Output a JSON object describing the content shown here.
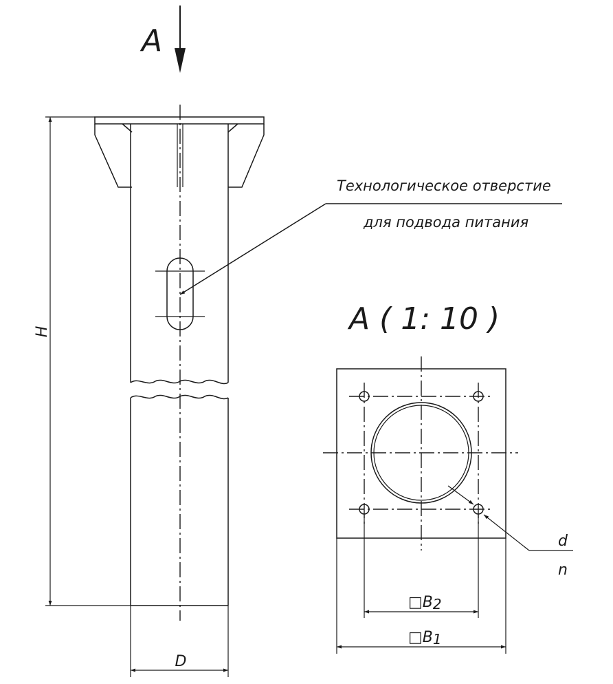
{
  "view_label": "A",
  "section_title": "A ( 1: 10 )",
  "callout": {
    "line1": "Технологическое отверстие",
    "line2": "для подвода питания"
  },
  "dimensions": {
    "height": "H",
    "diameter": "D",
    "hole_diameter": "d",
    "hole_count": "n",
    "b2_square": "□",
    "b2_letter": "B",
    "b2_sub": "2",
    "b1_square": "□",
    "b1_letter": "B",
    "b1_sub": "1"
  }
}
